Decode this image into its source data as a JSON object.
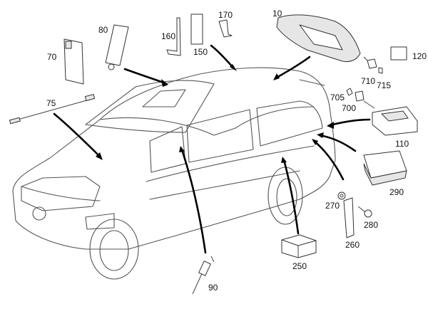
{
  "diagram": {
    "title": "Vehicle electronics parts location diagram",
    "callouts": [
      {
        "id": "10",
        "part": "overhead-control-panel"
      },
      {
        "id": "70",
        "part": "control-module-bracket"
      },
      {
        "id": "75",
        "part": "antenna-cable"
      },
      {
        "id": "80",
        "part": "module-holder"
      },
      {
        "id": "90",
        "part": "cable-connector"
      },
      {
        "id": "110",
        "part": "control-unit"
      },
      {
        "id": "120",
        "part": "connector-block"
      },
      {
        "id": "150",
        "part": "relay-module"
      },
      {
        "id": "160",
        "part": "mounting-bracket"
      },
      {
        "id": "170",
        "part": "clip-bracket"
      },
      {
        "id": "250",
        "part": "control-box"
      },
      {
        "id": "260",
        "part": "holder-bracket"
      },
      {
        "id": "270",
        "part": "grommet"
      },
      {
        "id": "280",
        "part": "bolt"
      },
      {
        "id": "290",
        "part": "electronic-module"
      },
      {
        "id": "700",
        "part": "connector"
      },
      {
        "id": "705",
        "part": "bulb"
      },
      {
        "id": "710",
        "part": "connector"
      },
      {
        "id": "715",
        "part": "bulb"
      }
    ]
  }
}
